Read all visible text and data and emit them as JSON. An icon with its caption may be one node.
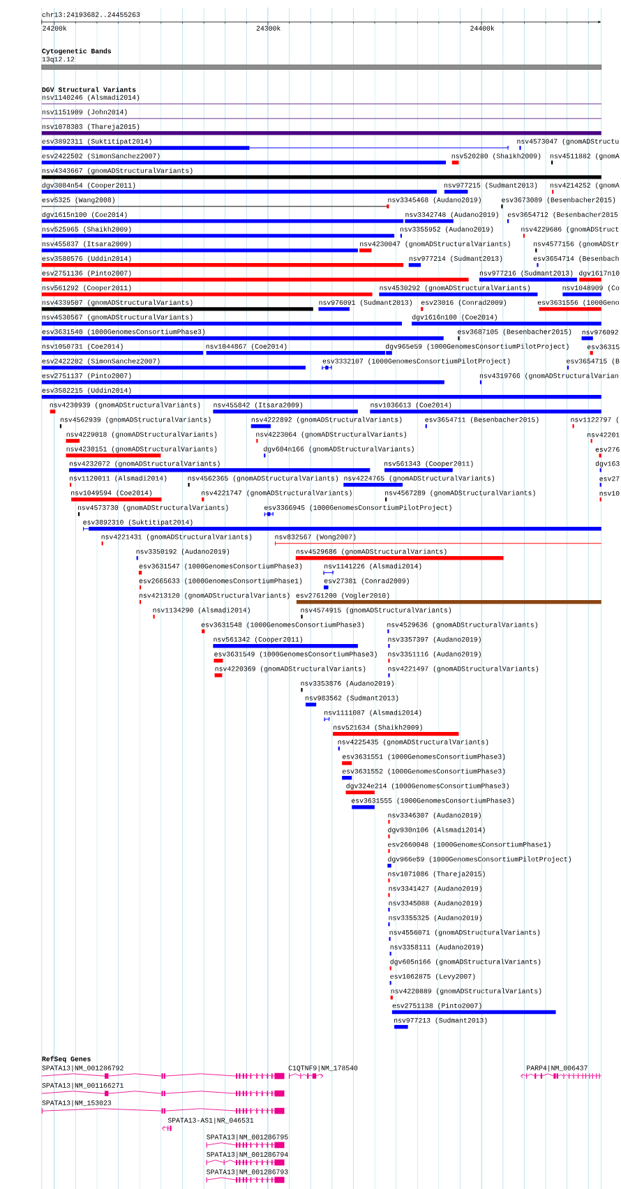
{
  "diagram": {
    "labels": [
      "chr13:24193682..24455263",
      "24200k",
      "24300k",
      "24400k",
      "Cytogenetic Bands",
      "13q12.12",
      "DGV Structural Variants",
      "nsv1140246 (Alsmadi2014)",
      "nsv1151909 (John2014)",
      "nsv1078303 (Thareja2015)",
      "esv3892311 (Suktitipat2014)",
      "nsv4573047 (gnomADStructu",
      "esv2422502 (SimonSanchez2007)",
      "nsv520280 (Shaikh2009)",
      "nsv4511882 (gnomA",
      "nsv4343667 (gnomADStructuralVariants)",
      "dgv3084n54 (Cooper2011)",
      "nsv977215 (Sudmant2013)",
      "nsv4214252 (gnomA",
      "esv5325 (Wang2008)",
      "nsv3345468 (Audano2019)",
      "esv3673089 (Besenbacher2015)",
      "dgv1615n100 (Coe2014)",
      "nsv3342748 (Audano2019)",
      "esv3654712 (Besenbacher2015",
      "nsv525965 (Shaikh2009)",
      "nsv3355952 (Audano2019)",
      "nsv4229686 (gnomADStruct",
      "nsv455837 (Itsara2009)",
      "nsv4230047 (gnomADStructuralVariants)",
      "nsv4577156 (gnomADStr",
      "esv3580576 (Uddin2014)",
      "nsv977214 (Sudmant2013)",
      "esv3654714 (Besenbach",
      "esv2751136 (Pinto2007)",
      "nsv977216 (Sudmant2013)",
      "dgv1617n10",
      "nsv561292 (Cooper2011)",
      "nsv4530292 (gnomADStructuralVariants)",
      "nsv1048909 (Co",
      "nsv4339507 (gnomADStructuralVariants)",
      "nsv976091 (Sudmant2013)",
      "esv23016 (Conrad2009)",
      "esv3631556 (1000Geno",
      "nsv4530567 (gnomADStructuralVariants)",
      "dgv1616n100 (Coe2014)",
      "esv3631540 (1000GenomesConsortiumPhase3)",
      "esv3687105 (Besenbacher2015)",
      "nsv976092",
      "nsv1050731 (Coe2014)",
      "nsv1044867 (Coe2014)",
      "dgv965e59 (1000GenomesConsortiumPilotProject)",
      "esv36315",
      "esv2422202 (SimonSanchez2007)",
      "esv3332107 (1000GenomesConsortiumPilotProject)",
      "esv3654715 (B",
      "esv2751137 (Pinto2007)",
      "nsv4319766 (gnomADStructuralVarian",
      "esv3582215 (Uddin2014)",
      "nsv4230939 (gnomADStructuralVariants)",
      "nsv455842 (Itsara2009)",
      "nsv1036613 (Coe2014)",
      "nsv4562939 (gnomADStructuralVariants)",
      "nsv4222892 (gnomADStructuralVariants)",
      "esv3654711 (Besenbacher2015)",
      "nsv1122797 (",
      "nsv4229018 (gnomADStructuralVariants)",
      "nsv4223064 (gnomADStructuralVariants)",
      "nsv42201",
      "nsv4230151 (gnomADStructuralVariants)",
      "dgv604n166 (gnomADStructuralVariants)",
      "esv276",
      "nsv4232072 (gnomADStructuralVariants)",
      "nsv561343 (Cooper2011)",
      "dgv163",
      "nsv1120011 (Alsmadi2014)",
      "nsv4562365 (gnomADStructuralVariants)",
      "nsv4224765 (gnomADStructuralVariants)",
      "esv27",
      "nsv1049594 (Coe2014)",
      "nsv4221747 (gnomADStructuralVariants)",
      "nsv4567289 (gnomADStructuralVariants)",
      "nsv10",
      "nsv4573730 (gnomADStructuralVariants)",
      "esv3366945 (1000GenomesConsortiumPilotProject)",
      "esv3892310 (Suktitipat2014)",
      "nsv4221431 (gnomADStructuralVariants)",
      "nsv832567 (Wong2007)",
      "nsv3350192 (Audano2019)",
      "nsv4529686 (gnomADStructuralVariants)",
      "esv3631547 (1000GenomesConsortiumPhase3)",
      "nsv1141226 (Alsmadi2014)",
      "esv2665633 (1000GenomesConsortiumPhase1)",
      "esv27381 (Conrad2009)",
      "nsv4213120 (gnomADStructuralVariants)",
      "esv2761200 (Vogler2010)",
      "nsv1134290 (Alsmadi2014)",
      "nsv4574915 (gnomADStructuralVariants)",
      "esv3631548 (1000GenomesConsortiumPhase3)",
      "nsv4529636 (gnomADStructuralVariants)",
      "nsv561342 (Cooper2011)",
      "nsv3357397 (Audano2019)",
      "esv3631549 (1000GenomesConsortiumPhase3)",
      "nsv3351116 (Audano2019)",
      "nsv4220369 (gnomADStructuralVariants)",
      "nsv4221497 (gnomADStructuralVariants)",
      "nsv3353876 (Audano2019)",
      "nsv983562 (Sudmant2013)",
      "nsv1111087 (Alsmadi2014)",
      "nsv521634 (Shaikh2009)",
      "nsv4225435 (gnomADStructuralVariants)",
      "esv3631551 (1000GenomesConsortiumPhase3)",
      "esv3631552 (1000GenomesConsortiumPhase3)",
      "dgv324e214 (1000GenomesConsortiumPhase3)",
      "esv3631555 (1000GenomesConsortiumPhase3)",
      "nsv3346307 (Audano2019)",
      "dgv930n106 (Alsmadi2014)",
      "esv2660048 (1000GenomesConsortiumPhase1)",
      "dgv966e59 (1000GenomesConsortiumPilotProject)",
      "nsv1071086 (Thareja2015)",
      "nsv3341427 (Audano2019)",
      "nsv3345088 (Audano2019)",
      "nsv3355325 (Audano2019)",
      "nsv4556071 (gnomADStructuralVariants)",
      "nsv3358111 (Audano2019)",
      "dgv605n166 (gnomADStructuralVariants)",
      "esv1062875 (Levy2007)",
      "nsv4220889 (gnomADStructuralVariants)",
      "esv2751138 (Pinto2007)",
      "nsv977213 (Sudmant2013)",
      "RefSeq Genes",
      "SPATA13|NM_001286792",
      "C1QTNF9|NM_178540",
      "PARP4|NM_006437",
      "SPATA13|NM_001166271",
      "SPATA13|NM_153023",
      "SPATA13-AS1|NR_046531",
      "SPATA13|NM_001286795",
      "SPATA13|NM_001286794",
      "SPATA13|NM_001286793"
    ]
  }
}
